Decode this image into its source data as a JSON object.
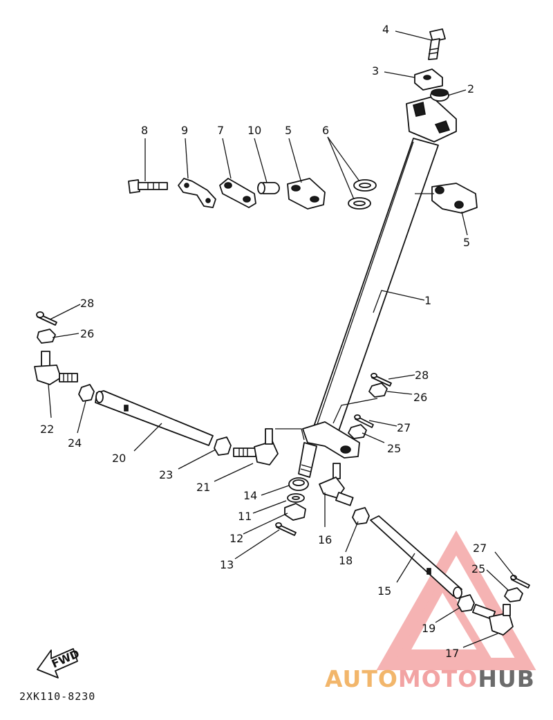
{
  "diagram": {
    "drawing_code": "2XK110-8230",
    "direction_label": "FWD",
    "callouts": [
      {
        "id": "c1",
        "text": "1"
      },
      {
        "id": "c2",
        "text": "2"
      },
      {
        "id": "c3",
        "text": "3"
      },
      {
        "id": "c4",
        "text": "4"
      },
      {
        "id": "c5a",
        "text": "5"
      },
      {
        "id": "c5b",
        "text": "5"
      },
      {
        "id": "c6",
        "text": "6"
      },
      {
        "id": "c7",
        "text": "7"
      },
      {
        "id": "c8",
        "text": "8"
      },
      {
        "id": "c9",
        "text": "9"
      },
      {
        "id": "c10",
        "text": "10"
      },
      {
        "id": "c11",
        "text": "11"
      },
      {
        "id": "c12",
        "text": "12"
      },
      {
        "id": "c13",
        "text": "13"
      },
      {
        "id": "c14",
        "text": "14"
      },
      {
        "id": "c15",
        "text": "15"
      },
      {
        "id": "c16",
        "text": "16"
      },
      {
        "id": "c17",
        "text": "17"
      },
      {
        "id": "c18",
        "text": "18"
      },
      {
        "id": "c19",
        "text": "19"
      },
      {
        "id": "c20",
        "text": "20"
      },
      {
        "id": "c21",
        "text": "21"
      },
      {
        "id": "c22",
        "text": "22"
      },
      {
        "id": "c23",
        "text": "23"
      },
      {
        "id": "c24",
        "text": "24"
      },
      {
        "id": "c25a",
        "text": "25"
      },
      {
        "id": "c25b",
        "text": "25"
      },
      {
        "id": "c26a",
        "text": "26"
      },
      {
        "id": "c26b",
        "text": "26"
      },
      {
        "id": "c27a",
        "text": "27"
      },
      {
        "id": "c27b",
        "text": "27"
      },
      {
        "id": "c28a",
        "text": "28"
      },
      {
        "id": "c28b",
        "text": "28"
      }
    ]
  },
  "watermark": {
    "part1": "AUTO",
    "part2": "MOTO",
    "part3": "HUB",
    "colors": {
      "auto": "#f2b66b",
      "moto": "#f2a3a3",
      "hub": "#6b6b6b",
      "logo": "#f29a9a"
    }
  }
}
